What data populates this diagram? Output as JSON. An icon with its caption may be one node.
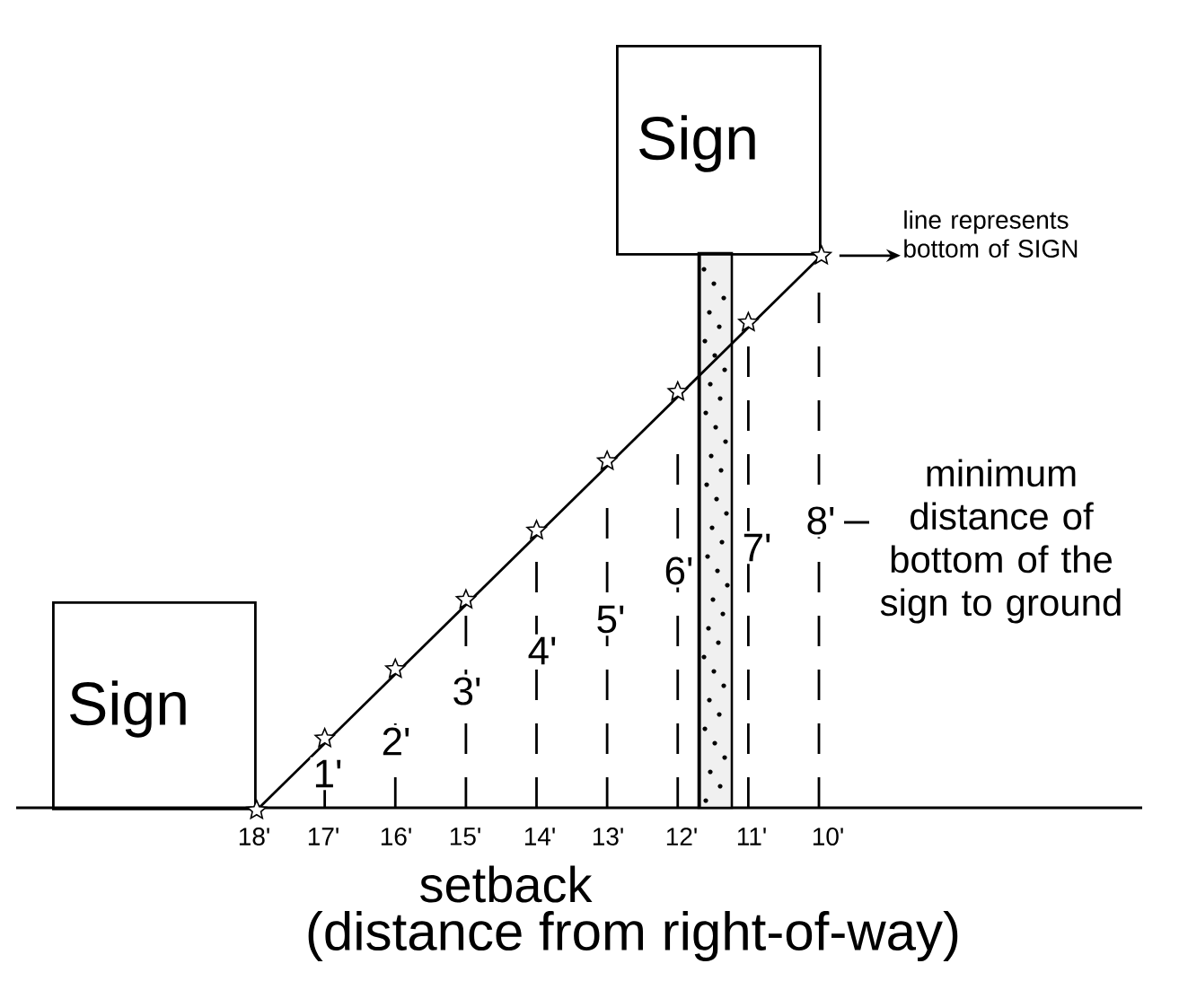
{
  "diagram": {
    "nodes": [
      {
        "text": [
          "Sign"
        ]
      },
      {
        "text": [
          "Sign"
        ]
      },
      {
        "text": [
          "line represents bottom of SIGN"
        ]
      }
    ],
    "edges": [
      {
        "from": 0,
        "to": 1,
        "arrow": "other"
      },
      {
        "from": 1,
        "to": 2,
        "arrow": "to"
      }
    ],
    "labels": [
      "1'",
      "2'",
      "3'",
      "4'",
      "5'",
      "6'",
      "7'",
      "8'",
      "minimum distance of bottom of the sign to ground",
      "18'",
      "17'",
      "16'",
      "15'",
      "14'",
      "13'",
      "12'",
      "11'",
      "10'",
      "setback",
      "(distance from right-of-way)"
    ]
  }
}
